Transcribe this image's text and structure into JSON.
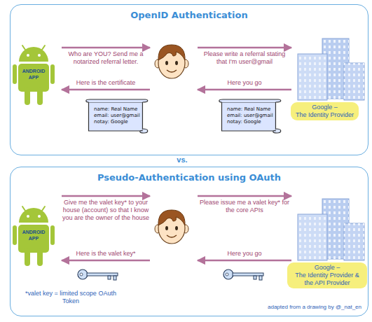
{
  "diagram": {
    "nodes": [
      {
        "text": [
          "OpenID Authentication"
        ]
      },
      {
        "text": [
          "name: Real Name",
          "email: user@gmail",
          "notay: Google"
        ],
        "in": 0
      },
      {
        "text": [
          "name: Real Name",
          "email: user@gmail",
          "notay: Google"
        ],
        "in": 0
      },
      {
        "text": [
          "Google –",
          "The Identity Provider"
        ],
        "in": 0
      },
      {
        "text": [
          "Pseudo-Authentication using OAuth"
        ]
      },
      {
        "text": [
          "Google –",
          "The Identity Provider & the API Provider"
        ],
        "in": 4
      }
    ],
    "labels": [
      "Who are YOU? Send me a notarized referral letter.",
      "Please write a referral stating that I'm user@gmail",
      "ANDROID APP",
      "Here is the certificate",
      "Here you go",
      "vs.",
      "Give me the valet key* to your house (account) so that I know you are the owner of the house",
      "ANDROID APP",
      "Please issue me a valet key* for the core APIs",
      "Here is the valet key*",
      "Here you go",
      "*valet key = limited scope OAuth Token",
      "adapted from a drawing by @_nat_en"
    ]
  }
}
